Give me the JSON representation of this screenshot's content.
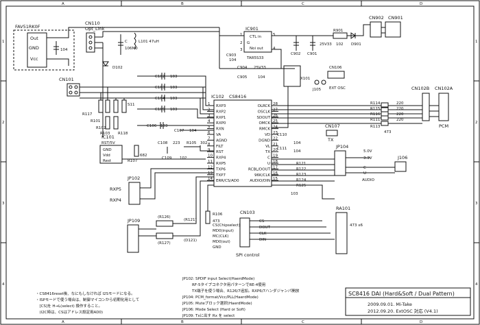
{
  "border": {
    "cols": [
      "A",
      "B",
      "C",
      "D"
    ],
    "rows": [
      "1",
      "2",
      "3",
      "4"
    ]
  },
  "blocks": {
    "fav": {
      "ref": "FAV51RK0F",
      "out": "Out",
      "gnd": "GND",
      "vcc": "Vcc",
      "cap": "104"
    },
    "cn110": {
      "ref": "CN110",
      "sub": "Opt_Link"
    },
    "tuning": {
      "ref": "C",
      "val": "106M0",
      "ind": "L101 47uH",
      "diode": "D102"
    },
    "ic901": {
      "ref": "IC901",
      "p1": "CTL in",
      "p2": "G",
      "p3": "Noi out",
      "part": "TAR5S33",
      "c903": "C903",
      "c903v": "104",
      "c901": "C901",
      "c902": "C902",
      "c_val": "25V33",
      "pins": [
        "5",
        "4",
        "1",
        "2",
        "3"
      ]
    },
    "cn_top": {
      "r901": "R901",
      "r901v": "102",
      "d901": "D901",
      "cn902": "CN902",
      "cn901": "CN901"
    },
    "cn101": {
      "ref": "CN101"
    },
    "r_left": {
      "r101": "R101",
      "r102": "R102",
      "r103": "R103",
      "r118": "R118",
      "s11": "S11",
      "r117": "R117"
    },
    "ic101": {
      "ref": "IC101",
      "sub": "RST/5V",
      "gnd": "GND",
      "vdd": "Vdd",
      "rest": "Rest",
      "r107": "R107",
      "r107v": "682"
    },
    "cs8416": {
      "ref": "IC102",
      "part": "CS8416",
      "left_pins": [
        "RXP3",
        "RXP2",
        "RXP1",
        "RXP0",
        "RXN",
        "VA",
        "AGND",
        "FILT",
        "RST",
        "RXP4",
        "RXP5",
        "TXP6",
        "TXP7",
        "ERR/CS/AD0"
      ],
      "right_pins": [
        "OLRCK",
        "OSCLK",
        "SDOUT",
        "OMCK",
        "RMCK",
        "VD",
        "DGND",
        "VL",
        "TX",
        "C",
        "U",
        "RCBL/DOUT",
        "96K/CLK",
        "AUDIO/DIN"
      ],
      "right_nums": [
        "28",
        "27",
        "26",
        "25",
        "24",
        "23",
        "22",
        "21",
        "20",
        "19",
        "18",
        "17",
        "16",
        "15"
      ],
      "left_nums": [
        "1",
        "2",
        "3",
        "4",
        "5",
        "6",
        "7",
        "8",
        "9",
        "10",
        "11",
        "12",
        "13",
        "14"
      ]
    },
    "caps_mid": {
      "c102": "C102",
      "c103": "C103",
      "c104": "C104",
      "c105": "C105",
      "c106": "C106",
      "c107": "C107",
      "c108": "C108",
      "c109": "C109",
      "v": "103",
      "v104": "104",
      "v223": "223",
      "r105": "R105",
      "r105v": "302",
      "v102": "102"
    },
    "osc": {
      "c904": "C904",
      "c905": "C905",
      "cval": "25V33",
      "c905v": "104",
      "x": "X101",
      "j105": "J105",
      "cn106": "CN106",
      "label": "EXT OSC"
    },
    "pcm": {
      "cn102b": "CN102B",
      "cn102a": "CN102A",
      "r114": "R114",
      "r115": "R115",
      "r116": "R116",
      "r111": "R111",
      "r113": "R113",
      "v220": "220",
      "r113v": "473",
      "label": "PCM"
    },
    "right_mid": {
      "c110": "C110",
      "c111": "C111",
      "cv": "104",
      "cn107": "CN107",
      "tx": "TX",
      "jp104": "JP104",
      "v5": "5.0V",
      "v3": "3.3V",
      "c": "C",
      "u": "U",
      "audio": "AUDIO",
      "j106": "J106",
      "r121": "R121",
      "r122": "R122",
      "r123": "R123",
      "r124": "R124",
      "r125": "R125",
      "r103v": "103"
    },
    "jp102": {
      "ref": "JP102",
      "rxp5": "RXP5",
      "rxp4": "RXP4"
    },
    "jp109": {
      "ref": "JP109",
      "r126": "(R126)",
      "r127": "(R127)",
      "d121": "(D121)",
      "r121p": "(R121)",
      "r106": "R106",
      "r106v": "473"
    },
    "cn103": {
      "ref": "CN103",
      "labels": [
        "CS",
        "DOUT",
        "CLK",
        "DIN"
      ],
      "notes": [
        "CS(Chipselect)",
        "MD0(input)",
        "MC(CLK)",
        "MD0(out)",
        "GND"
      ],
      "footer": "SPI control"
    },
    "ra101": {
      "ref": "RA101",
      "val": "473 x6"
    },
    "notes_jp": [
      "JP102: SPDIF input Select(HaerdMode)",
      "RF-5タイプコネクタ用パターンでRE-4使用",
      "TX端子を使う場合、R126/7追加。RXP6/7ハンダジャンパ開放",
      "JP104: PCM_format/Vcc/PLL(HaerdMode)",
      "JP105: Muteブロック選択(HaerdMode)",
      "JP106: Mode Select (Hard or Soft)",
      "JP109: Txに出す Rx を select"
    ],
    "notes_left": [
      "・CS8416reset後、なにもしなければ I2Sモードになる。",
      "・ISPモードで使う場合は、制御マイコンから初期化用として",
      "　[CS]を H→L(select) 換作すること。",
      "　(I2C時は、CSはアドレス設定用AD0)"
    ]
  },
  "title_block": {
    "title": "SC8416 DAI (Hard&Soft / Dual Pattern)",
    "line1": "2009.09.01.  Mi-Take",
    "line2": "2012.09.20. ExtOSC 対応 (V4.1)"
  }
}
